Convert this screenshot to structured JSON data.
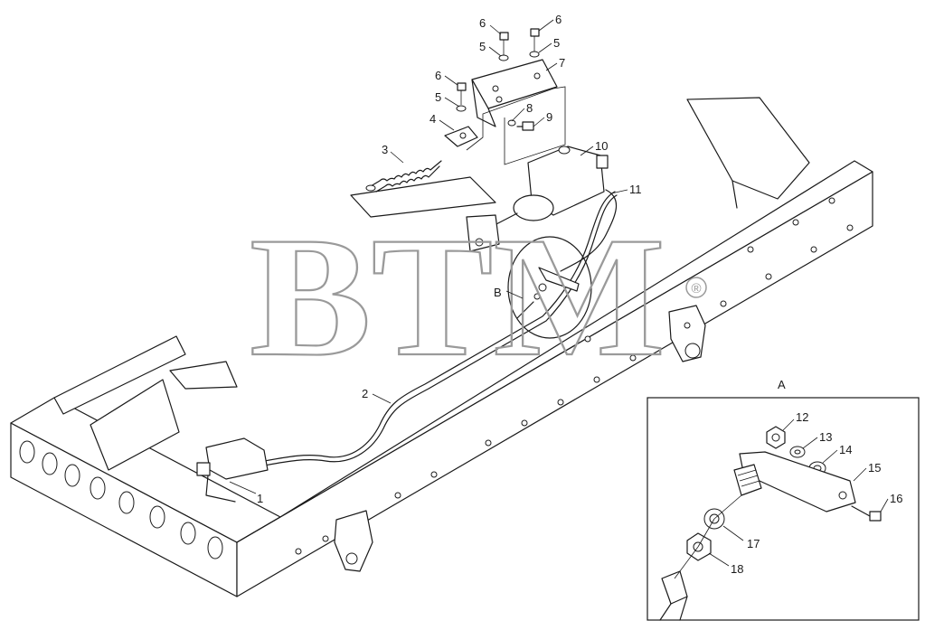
{
  "watermark": {
    "text": "BTM",
    "mark": "®"
  },
  "detail_views": [
    {
      "id": "detail-a",
      "label": "A"
    },
    {
      "id": "detail-b",
      "label": "B"
    }
  ],
  "callouts": [
    "1",
    "2",
    "3",
    "4",
    "5",
    "5",
    "5",
    "6",
    "6",
    "6",
    "7",
    "8",
    "9",
    "10",
    "11",
    "12",
    "13",
    "14",
    "15",
    "16",
    "17",
    "18"
  ],
  "colors": {
    "line": "#1a1a1a",
    "watermark": "#9a9a9a",
    "background": "#ffffff"
  }
}
